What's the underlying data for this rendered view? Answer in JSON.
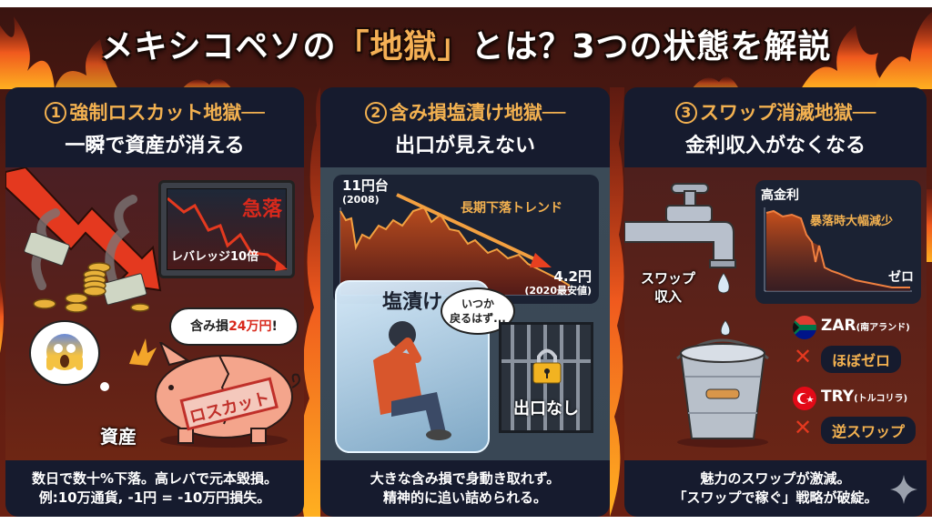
{
  "title": {
    "prefix": "メキシコペソの",
    "highlight": "「地獄」",
    "suffix": "とは？3つの状態を解説"
  },
  "colors": {
    "accent_gold": "#f3b150",
    "panel_navy": "#161b2e",
    "alert_red": "#d8291c",
    "fire_orange": "#f05a1e"
  },
  "panels": [
    {
      "number": "1",
      "heading": "強制ロスカット地獄",
      "dash": "──",
      "subheading": "一瞬で資産が消える",
      "monitor_label": "急落",
      "leverage_label": "レバレッジ10倍",
      "speech_bubble_prefix": "含み損",
      "speech_bubble_amount": "24万円",
      "speech_bubble_suffix": "!",
      "stamp": "ロスカット",
      "asset_label": "資産",
      "icons": [
        "down-arrow-icon",
        "money-icon",
        "coins-icon",
        "smoke-icon",
        "monitor-icon",
        "screaming-face-icon",
        "burst-icon",
        "broken-piggy-bank-icon"
      ],
      "footer_line1": "数日で数十%下落。高レバで元本毀損。",
      "footer_line2": "例:10万通貨, -1円 = -10万円損失。"
    },
    {
      "number": "2",
      "heading": "含み損塩漬け地獄",
      "dash": "──",
      "subheading": "出口が見えない",
      "chart_start_label": "11円台",
      "chart_start_year": "(2008)",
      "chart_trend_label": "長期下落トレンド",
      "chart_end_label": "4.2円",
      "chart_end_year": "(2020最安値)",
      "ice_label": "塩漬け",
      "thought_line1": "いつか",
      "thought_line2": "戻るはず...",
      "exit_label": "出口なし",
      "icons": [
        "ice-block-icon",
        "sitting-person-icon",
        "jail-bars-icon",
        "padlock-icon",
        "trend-arrow-icon"
      ],
      "footer_line1": "大きな含み損で身動き取れず。",
      "footer_line2": "精神的に追い詰められる。"
    },
    {
      "number": "3",
      "heading": "スワップ消滅地獄",
      "dash": "──",
      "subheading": "金利収入がなくなる",
      "faucet_label_line1": "スワップ",
      "faucet_label_line2": "収入",
      "chart_top_label": "高金利",
      "chart_drop_label": "暴落時大幅減少",
      "chart_end_label": "ゼロ",
      "currencies": [
        {
          "code": "ZAR",
          "name": "(南アランド)",
          "status": "ほぼゼロ",
          "flag": "south-africa-flag-icon"
        },
        {
          "code": "TRY",
          "name": "(トルコリラ)",
          "status": "逆スワップ",
          "flag": "turkey-flag-icon"
        }
      ],
      "icons": [
        "faucet-icon",
        "water-drop-icon",
        "bucket-icon",
        "x-mark-icon",
        "sparkle-icon"
      ],
      "footer_line1": "魅力のスワップが激減。",
      "footer_line2": "「スワップで稼ぐ」戦略が破綻。"
    }
  ],
  "chart_data": [
    {
      "type": "line",
      "title": "MXN/JPY 長期下落トレンド",
      "x": [
        2008,
        2009,
        2011,
        2013,
        2015,
        2017,
        2019,
        2020
      ],
      "values": [
        11,
        7.5,
        7.8,
        8.5,
        8.0,
        6.2,
        5.5,
        4.2
      ],
      "annotations": [
        "11円台 (2008)",
        "長期下落トレンド",
        "4.2円 (2020最安値)"
      ],
      "xlabel": "",
      "ylabel": "円"
    },
    {
      "type": "line",
      "title": "スワップ金利",
      "x": [
        0,
        1,
        2,
        3,
        4,
        5,
        6,
        7,
        8,
        9,
        10
      ],
      "values": [
        100,
        98,
        95,
        75,
        60,
        30,
        15,
        8,
        5,
        3,
        2
      ],
      "annotations": [
        "高金利",
        "暴落時大幅減少",
        "ゼロ"
      ],
      "xlabel": "",
      "ylabel": ""
    }
  ]
}
